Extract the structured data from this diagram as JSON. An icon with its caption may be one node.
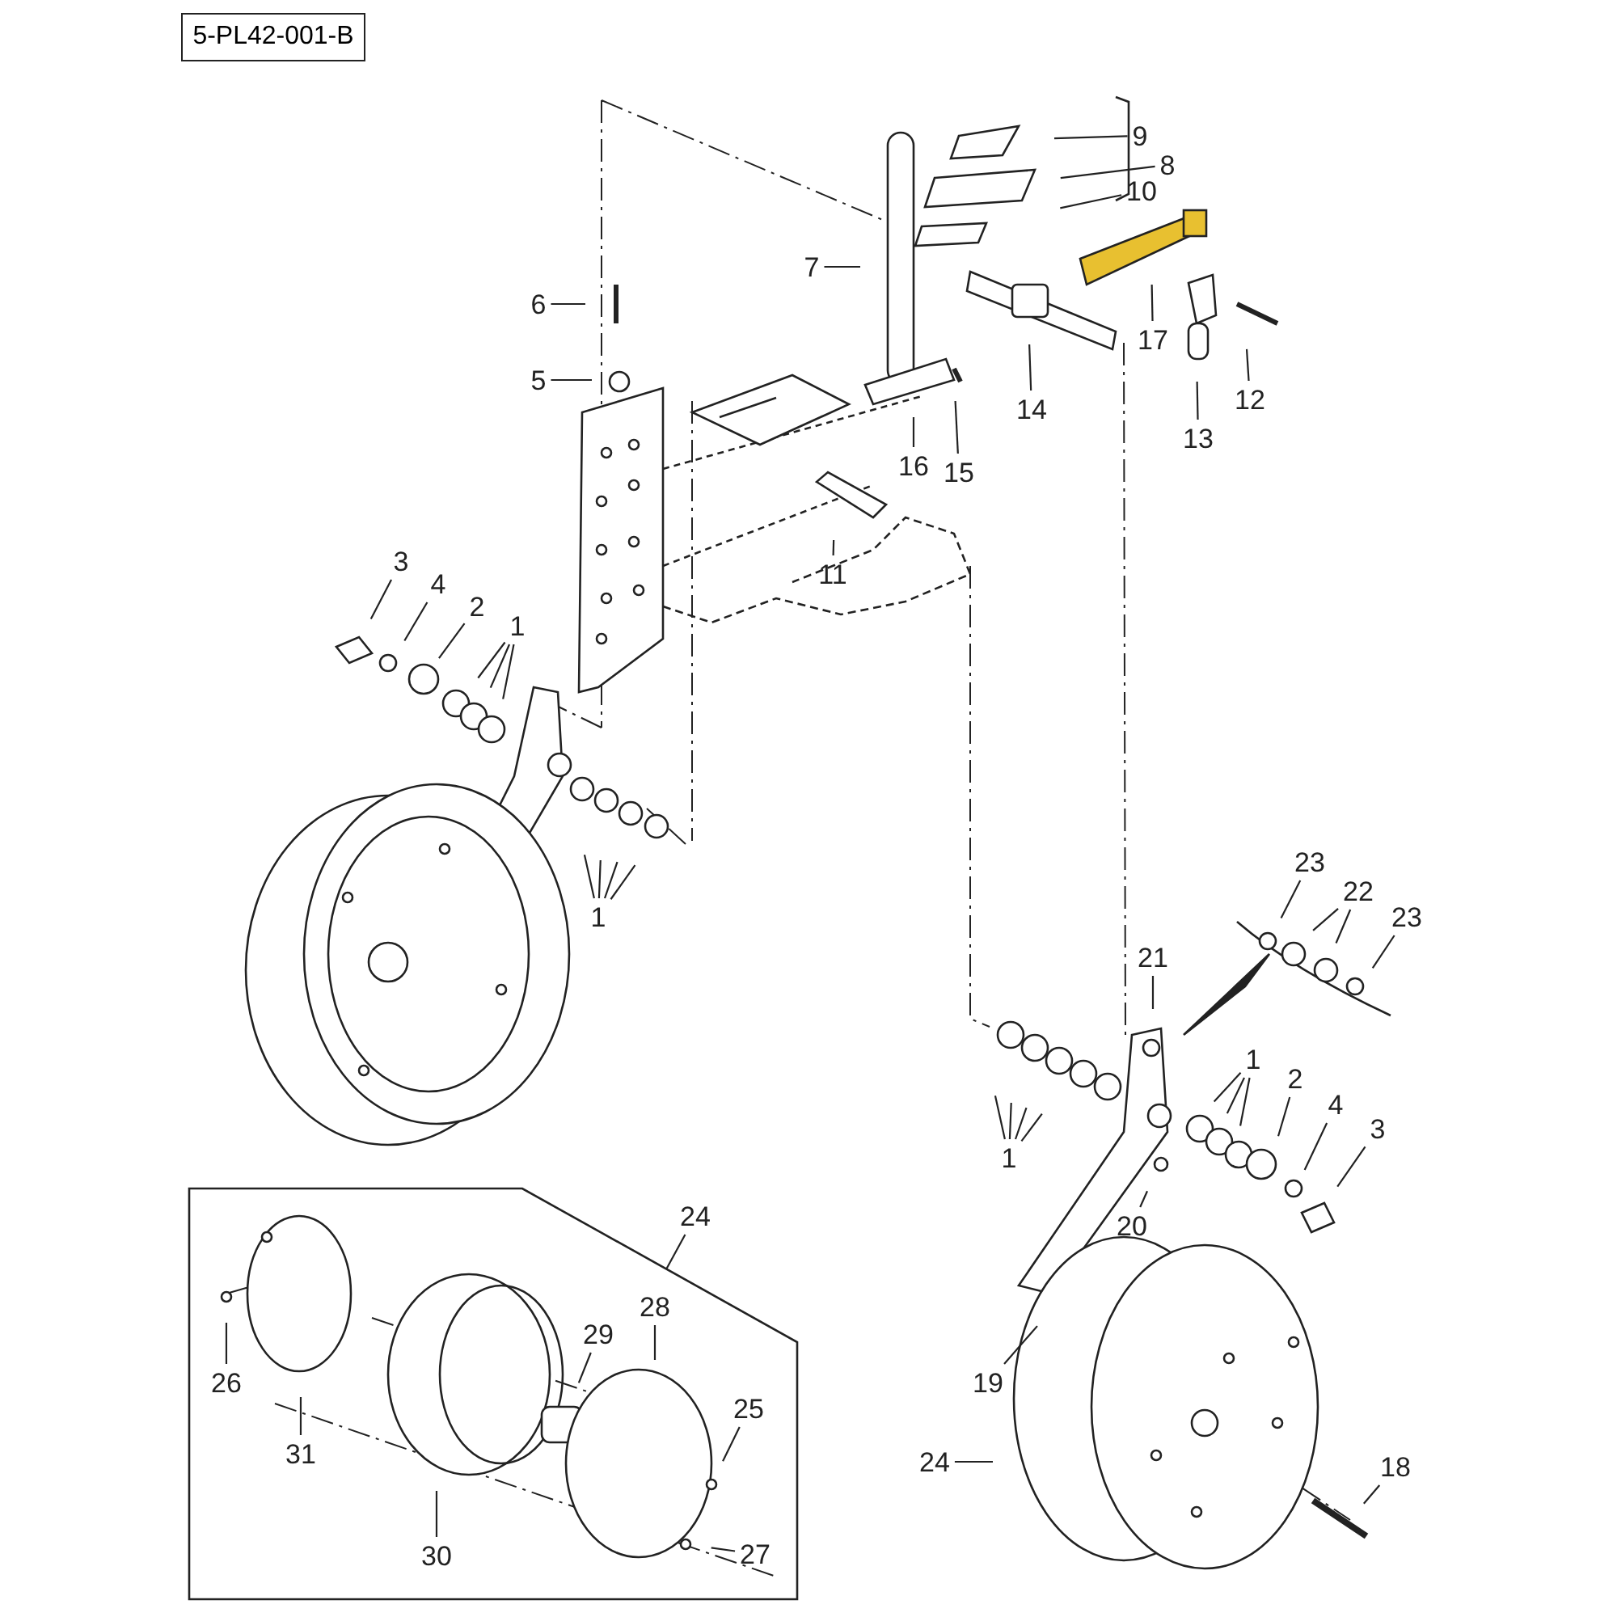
{
  "diagram": {
    "nodes": [
      {
        "text": [
          "5-PL42-001-B"
        ]
      },
      {
        "text": [
          "9"
        ]
      },
      {
        "text": [
          "8"
        ]
      },
      {
        "text": [
          "10"
        ]
      },
      {
        "text": [
          "7"
        ]
      },
      {
        "text": [
          "6"
        ]
      },
      {
        "text": [
          "5"
        ]
      },
      {
        "text": [
          "17"
        ]
      },
      {
        "text": [
          "14"
        ]
      },
      {
        "text": [
          "12"
        ]
      },
      {
        "text": [
          "13"
        ]
      },
      {
        "text": [
          "16"
        ]
      },
      {
        "text": [
          "15"
        ]
      },
      {
        "text": [
          "11"
        ]
      },
      {
        "text": [
          "3"
        ]
      },
      {
        "text": [
          "4"
        ]
      },
      {
        "text": [
          "2"
        ]
      },
      {
        "text": [
          "1"
        ]
      },
      {
        "text": [
          "1"
        ]
      },
      {
        "text": [
          "23"
        ]
      },
      {
        "text": [
          "22"
        ]
      },
      {
        "text": [
          "23"
        ]
      },
      {
        "text": [
          "21"
        ]
      },
      {
        "text": [
          "1"
        ]
      },
      {
        "text": [
          "2"
        ]
      },
      {
        "text": [
          "4"
        ]
      },
      {
        "text": [
          "3"
        ]
      },
      {
        "text": [
          "1"
        ]
      },
      {
        "text": [
          "20"
        ]
      },
      {
        "text": [
          "19"
        ]
      },
      {
        "text": [
          "24"
        ]
      },
      {
        "text": [
          "18"
        ]
      },
      {
        "text": [
          "24"
        ]
      },
      {
        "text": [],
        "shape": "box"
      },
      {
        "text": [
          "26"
        ],
        "in": 33
      },
      {
        "text": [
          "31"
        ],
        "in": 33
      },
      {
        "text": [
          "29"
        ],
        "in": 33
      },
      {
        "text": [
          "28"
        ],
        "in": 33
      },
      {
        "text": [
          "25"
        ],
        "in": 33
      },
      {
        "text": [
          "30"
        ],
        "in": 33
      },
      {
        "text": [
          "27"
        ],
        "in": 33
      }
    ],
    "edges": [
      {
        "from": 1,
        "to": null,
        "arrow": "none"
      },
      {
        "from": 2,
        "to": null,
        "arrow": "none"
      },
      {
        "from": 3,
        "to": null,
        "arrow": "none"
      },
      {
        "from": 4,
        "to": null,
        "arrow": "none"
      },
      {
        "from": 5,
        "to": null,
        "arrow": "none"
      },
      {
        "from": 6,
        "to": null,
        "arrow": "none"
      },
      {
        "from": 7,
        "to": null,
        "arrow": "none"
      },
      {
        "from": 8,
        "to": null,
        "arrow": "none"
      },
      {
        "from": 9,
        "to": null,
        "arrow": "none"
      },
      {
        "from": 10,
        "to": null,
        "arrow": "none"
      },
      {
        "from": 11,
        "to": null,
        "arrow": "none"
      },
      {
        "from": 12,
        "to": null,
        "arrow": "none"
      },
      {
        "from": 13,
        "to": null,
        "arrow": "none"
      },
      {
        "from": 14,
        "to": null,
        "arrow": "none"
      },
      {
        "from": 15,
        "to": null,
        "arrow": "none"
      },
      {
        "from": 16,
        "to": null,
        "arrow": "none"
      },
      {
        "from": 17,
        "to": null,
        "arrow": "none"
      },
      {
        "from": 17,
        "to": null,
        "arrow": "none"
      },
      {
        "from": 17,
        "to": null,
        "arrow": "none"
      },
      {
        "from": 18,
        "to": null,
        "arrow": "none"
      },
      {
        "from": 18,
        "to": null,
        "arrow": "none"
      },
      {
        "from": 18,
        "to": null,
        "arrow": "none"
      },
      {
        "from": 18,
        "to": null,
        "arrow": "none"
      },
      {
        "from": 19,
        "to": null,
        "arrow": "none"
      },
      {
        "from": 20,
        "to": null,
        "arrow": "none"
      },
      {
        "from": 20,
        "to": null,
        "arrow": "none"
      },
      {
        "from": 21,
        "to": null,
        "arrow": "none"
      },
      {
        "from": 22,
        "to": null,
        "arrow": "none"
      },
      {
        "from": 23,
        "to": null,
        "arrow": "none"
      },
      {
        "from": 23,
        "to": null,
        "arrow": "none"
      },
      {
        "from": 23,
        "to": null,
        "arrow": "none"
      },
      {
        "from": 24,
        "to": null,
        "arrow": "none"
      },
      {
        "from": 25,
        "to": null,
        "arrow": "none"
      },
      {
        "from": 26,
        "to": null,
        "arrow": "none"
      },
      {
        "from": 27,
        "to": null,
        "arrow": "none"
      },
      {
        "from": 27,
        "to": null,
        "arrow": "none"
      },
      {
        "from": 27,
        "to": null,
        "arrow": "none"
      },
      {
        "from": 27,
        "to": null,
        "arrow": "none"
      },
      {
        "from": 28,
        "to": null,
        "arrow": "none"
      },
      {
        "from": 29,
        "to": null,
        "arrow": "none"
      },
      {
        "from": 30,
        "to": null,
        "arrow": "none"
      },
      {
        "from": 31,
        "to": null,
        "arrow": "none"
      },
      {
        "from": 32,
        "to": 33,
        "arrow": "none"
      },
      {
        "from": 34,
        "to": null,
        "arrow": "none"
      },
      {
        "from": 35,
        "to": null,
        "arrow": "none"
      },
      {
        "from": 36,
        "to": null,
        "arrow": "none"
      },
      {
        "from": 37,
        "to": null,
        "arrow": "none"
      },
      {
        "from": 38,
        "to": null,
        "arrow": "none"
      },
      {
        "from": 39,
        "to": null,
        "arrow": "none"
      },
      {
        "from": 40,
        "to": null,
        "arrow": "none"
      }
    ]
  }
}
